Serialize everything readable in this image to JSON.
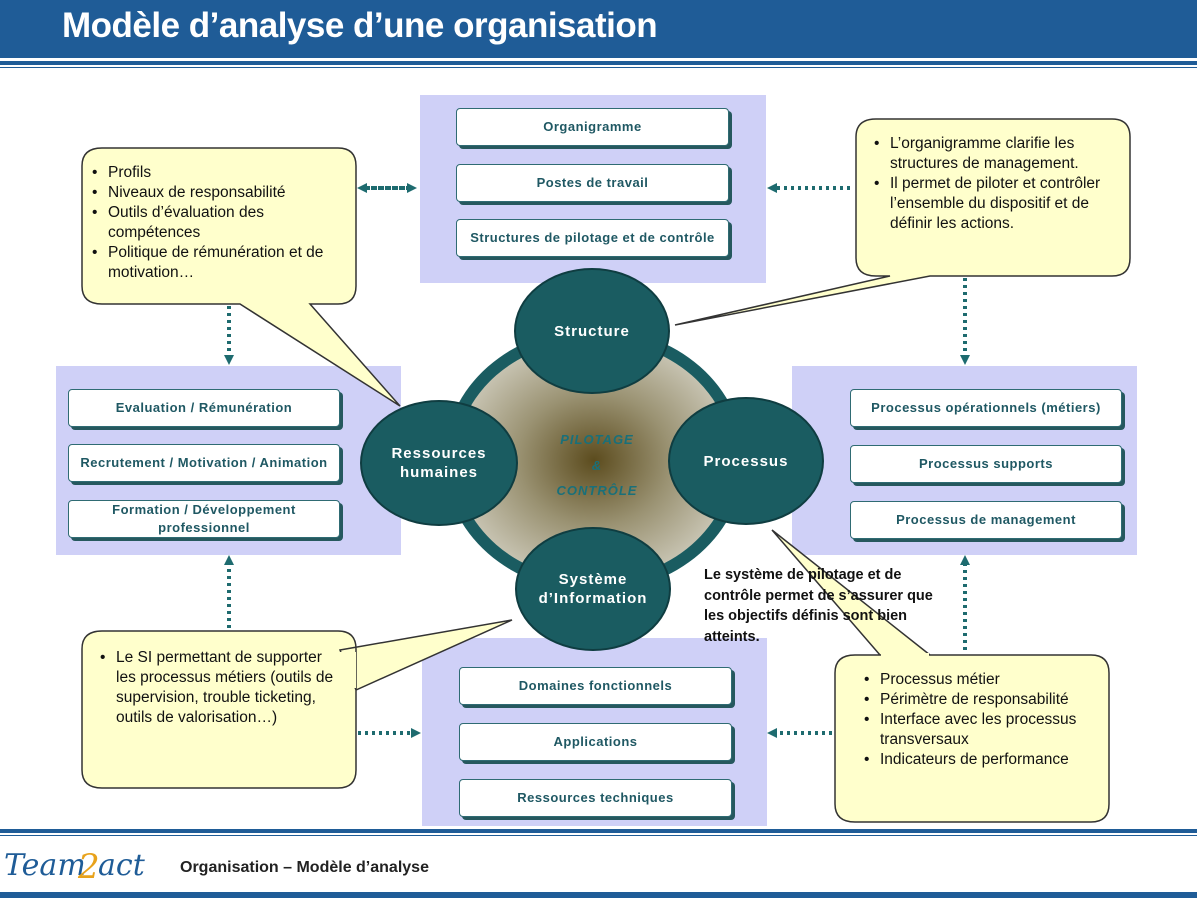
{
  "header": {
    "title": "Modèle d’analyse d’une organisation"
  },
  "top_panel": {
    "items": [
      "Organigramme",
      "Postes de travail",
      "Structures de pilotage et de contrôle"
    ]
  },
  "left_panel": {
    "items": [
      "Evaluation / Rémunération",
      "Recrutement / Motivation / Animation",
      "Formation / Développement professionnel"
    ]
  },
  "right_panel": {
    "items": [
      "Processus opérationnels (métiers)",
      "Processus supports",
      "Processus de management"
    ]
  },
  "bottom_panel": {
    "items": [
      "Domaines fonctionnels",
      "Applications",
      "Ressources techniques"
    ]
  },
  "circles": {
    "structure": "Structure",
    "rh": "Ressources humaines",
    "processus": "Processus",
    "si": "Système d’Information"
  },
  "center": {
    "line1": "PILOTAGE",
    "line2": "&",
    "line3": "CONTRÔLE"
  },
  "callouts": {
    "top_left": [
      "Profils",
      "Niveaux de responsabilité",
      "Outils d’évaluation des compétences",
      "Politique de rémunération et de motivation…"
    ],
    "top_right": [
      "L’organigramme clarifie les structures de management.",
      "Il permet de piloter et contrôler l’ensemble du dispositif et de définir les actions."
    ],
    "bottom_left": [
      "Le SI permettant de supporter les processus métiers (outils de supervision, trouble ticketing, outils de valorisation…)"
    ],
    "bottom_right": [
      "Processus métier",
      "Périmètre de responsabilité",
      "Interface avec les processus transversaux",
      "Indicateurs de performance"
    ]
  },
  "statement": "Le système de pilotage et de contrôle permet de s’assurer que les objectifs définis sont bien atteints.",
  "footer": {
    "logo_text": "Team2act",
    "text": "Organisation – Modèle d’analyse"
  },
  "colors": {
    "brand_blue": "#1f5c97",
    "panel": "#cfd0f7",
    "teal": "#1a5c61",
    "callout": "#ffffcc"
  }
}
